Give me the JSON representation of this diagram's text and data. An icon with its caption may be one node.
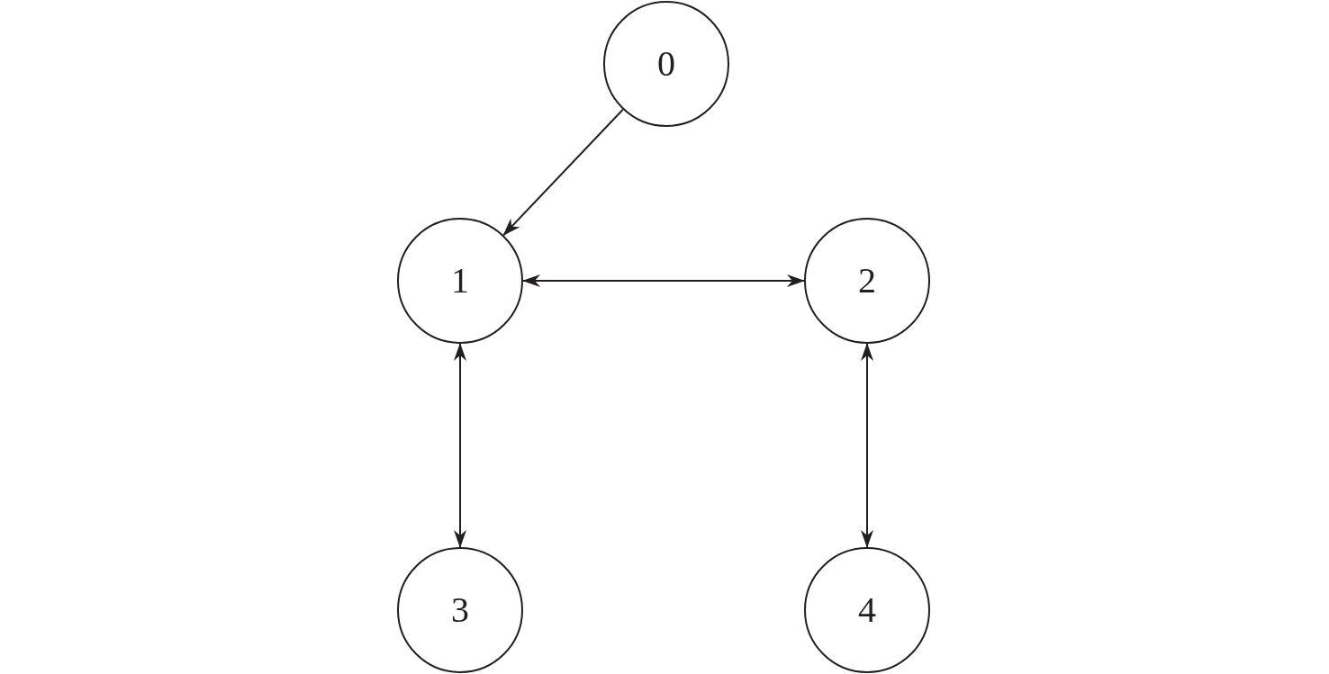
{
  "diagram": {
    "nodes": [
      {
        "text": [
          "0"
        ]
      },
      {
        "text": [
          "1"
        ]
      },
      {
        "text": [
          "2"
        ]
      },
      {
        "text": [
          "3"
        ]
      },
      {
        "text": [
          "4"
        ]
      }
    ],
    "edges": [
      {
        "from": 0,
        "to": 1,
        "arrow": "to"
      },
      {
        "from": 1,
        "to": 2,
        "arrow": "both"
      },
      {
        "from": 1,
        "to": 3,
        "arrow": "both"
      },
      {
        "from": 2,
        "to": 4,
        "arrow": "both"
      }
    ]
  }
}
